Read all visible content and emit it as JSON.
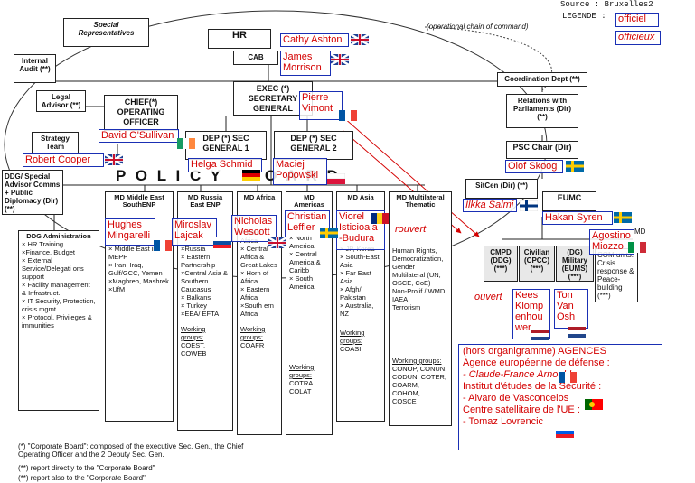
{
  "source_line": "Source : Bruxelles2",
  "legende": {
    "label": "LEGENDE :",
    "official": "officiel",
    "unofficial": "officieux"
  },
  "operational_chain": "(operational chain of command)",
  "boxes": {
    "special_reps": "Special Representatives",
    "internal_audit": "Internal Audit (**)",
    "legal_advisor": "Legal Advisor (**)",
    "hr": "HR",
    "cab": "CAB",
    "exec_sg": "EXEC (*) SECRETARY GENERAL",
    "coo": "CHIEF(*) OPERATING OFFICER",
    "strategy": "Strategy Team",
    "dep_sg1": "DEP (*) SEC GENERAL 1",
    "dep_sg2": "DEP (*) SEC GENERAL 2",
    "ddg_policy": "DDG/ Special Advisor Comms + Public Diplomacy (Dir) (**)",
    "coordination": "Coordination Dept (**)",
    "relations_parl": "Relations with Parliaments (Dir) (**)",
    "psc_chair": "PSC Chair (Dir)",
    "sitcen": "SitCen (Dir) (**)",
    "eumc": "EUMC",
    "cmpd": "CMPD (DDG) (***)",
    "civilian": "Civilian (CPCC) (***)",
    "military": "(DG) Military (EUMS) (***)",
    "com_units": "COM units: Crisis response & Peace-building (***)",
    "policy_board": "P O L I C Y   B O A R D"
  },
  "columns": [
    {
      "title": "DDG Administration",
      "lines": [
        "× HR Training",
        "×Finance, Budget",
        "× External Service/Delegati ons support",
        "× Facility management & Infrastruct.",
        "× IT Security, Protection, crisis mgmt",
        "× Protocol, Privileges & immunities"
      ],
      "wg_label": "",
      "wg_lines": []
    },
    {
      "title": "MD Middle East SouthENP",
      "lines": [
        "× Middle East incl. MEPP",
        "× Iran, Iraq, Gulf/GCC, Yemen",
        "×Maghreb, Mashrek",
        "×UfM"
      ],
      "wg_label": "",
      "wg_lines": []
    },
    {
      "title": "MD Russia East ENP",
      "lines": [
        "×Russia",
        "× Eastern Partnership",
        "×Central Asia & Southern Caucasus",
        "× Balkans",
        "× Turkey",
        "×EEA/ EFTA"
      ],
      "wg_label": "Working groups:",
      "wg_lines": [
        "COEST, COWEB"
      ]
    },
    {
      "title": "MD Africa",
      "lines": [
        "× West Africa",
        "× Central Africa & Great Lakes",
        "× Horn of Africa",
        "× Eastern Africa",
        "×South ern Africa"
      ],
      "wg_label": "Working groups:",
      "wg_lines": [
        "COAFR"
      ]
    },
    {
      "title": "MD Americas",
      "lines": [
        "× North America",
        "× Central America & Caribb",
        "× South America"
      ],
      "wg_label": "Working groups:",
      "wg_lines": [
        "COTRA",
        "COLAT"
      ]
    },
    {
      "title": "MD Asia",
      "lines": [
        "× JP, Korea",
        "× South-East Asia",
        "× Far East Asia",
        "× Afgh/ Pakistan",
        "× Australia, NZ"
      ],
      "wg_label": "Working groups:",
      "wg_lines": [
        "COASI"
      ]
    },
    {
      "title": "MD Multilateral Thematic",
      "lines": [
        "Human Rights, Democratization, Gender",
        "Multilateral (UN, OSCE, CoE)",
        "Non-Prolif./ WMD, IAEA",
        "Terrorism"
      ],
      "wg_label": "Working groups:",
      "wg_lines": [
        "CONOP, CONUN,",
        "CODUN, COTER,",
        "COARM, COHOM,",
        "COSCE"
      ]
    }
  ],
  "names": {
    "ashton": "Cathy Ashton",
    "morrison": "James Morrison",
    "vimont": "Pierre Vimont",
    "osullivan": "David O'Sullivan",
    "cooper": "Robert Cooper",
    "schmid": "Helga Schmid",
    "popowski": "Maciej Popowski",
    "skoog": "Olof Skoog",
    "salmi": "Ilkka Salmi",
    "syren": "Hakan Syren",
    "miozzo": "Agostino Miozzo",
    "md_tag": "MD",
    "mingarelli": "Hughes Mingarelli",
    "lajcak": "Miroslav Lajcak",
    "wescott": "Nicholas Wescott",
    "leffler": "Christian Leffler",
    "budura": "Viorel Isticioaia -Budura",
    "rouvert": "rouvert",
    "ouvert": "ouvert",
    "klomp": "Kees Klomp enhou wer",
    "vanosh": "Ton Van Osh"
  },
  "agencies": {
    "heading": "(hors organigramme) AGENCES",
    "eda": "Agence européenne de défense :",
    "eda_head": "- Claude-France Arnould",
    "iss": "Institut d'études de la Sécurité :",
    "iss_head": "- Alvaro de Vasconcelos",
    "satcen": "Centre satellitaire de l'UE :",
    "satcen_head": "- Tomaz Lovrencic"
  },
  "footnotes": [
    "(*) \"Corporate Board\": composed of the executive Sec. Gen., the Chief Operating Officer and the 2 Deputy Sec. Gen.",
    "(**) report directly to the \"Corporate Board\"",
    "(**) report also to the \"Corporate Board\""
  ],
  "colors": {
    "annotation_text": "#d40000",
    "annotation_border": "#1a2fb4",
    "arrow": "#d40000"
  }
}
